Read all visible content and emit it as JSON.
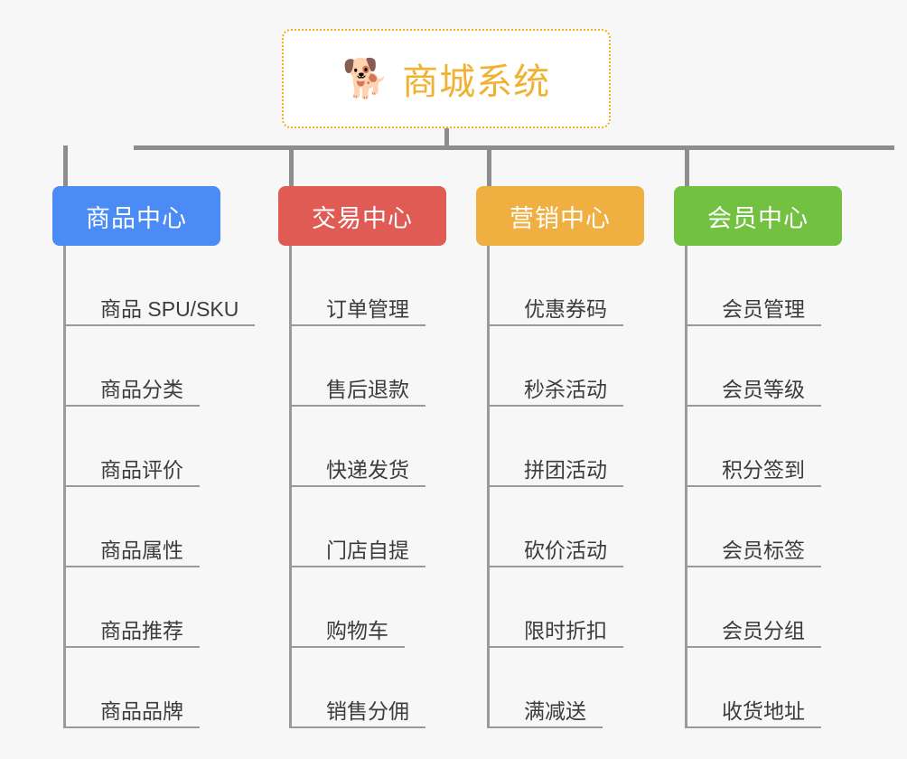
{
  "diagram": {
    "background_color": "#f7f7f7",
    "root": {
      "icon": "shiba-inu-dog-face-icon",
      "icon_glyph": "🐕",
      "title": "商城系统",
      "text_color": "#f0b230",
      "border_color": "#f2b01e"
    },
    "connector_color": "#8d8d8d",
    "categories": [
      {
        "id": "product-center",
        "label": "商品中心",
        "color": "#4a8bf5",
        "items": [
          "商品 SPU/SKU",
          "商品分类",
          "商品评价",
          "商品属性",
          "商品推荐",
          "商品品牌"
        ]
      },
      {
        "id": "trade-center",
        "label": "交易中心",
        "color": "#e15b55",
        "items": [
          "订单管理",
          "售后退款",
          "快递发货",
          "门店自提",
          "购物车",
          "销售分佣"
        ]
      },
      {
        "id": "marketing-center",
        "label": "营销中心",
        "color": "#efaf41",
        "items": [
          "优惠券码",
          "秒杀活动",
          "拼团活动",
          "砍价活动",
          "限时折扣",
          "满减送"
        ]
      },
      {
        "id": "member-center",
        "label": "会员中心",
        "color": "#73c141",
        "items": [
          "会员管理",
          "会员等级",
          "积分签到",
          "会员标签",
          "会员分组",
          "收货地址"
        ]
      }
    ]
  }
}
